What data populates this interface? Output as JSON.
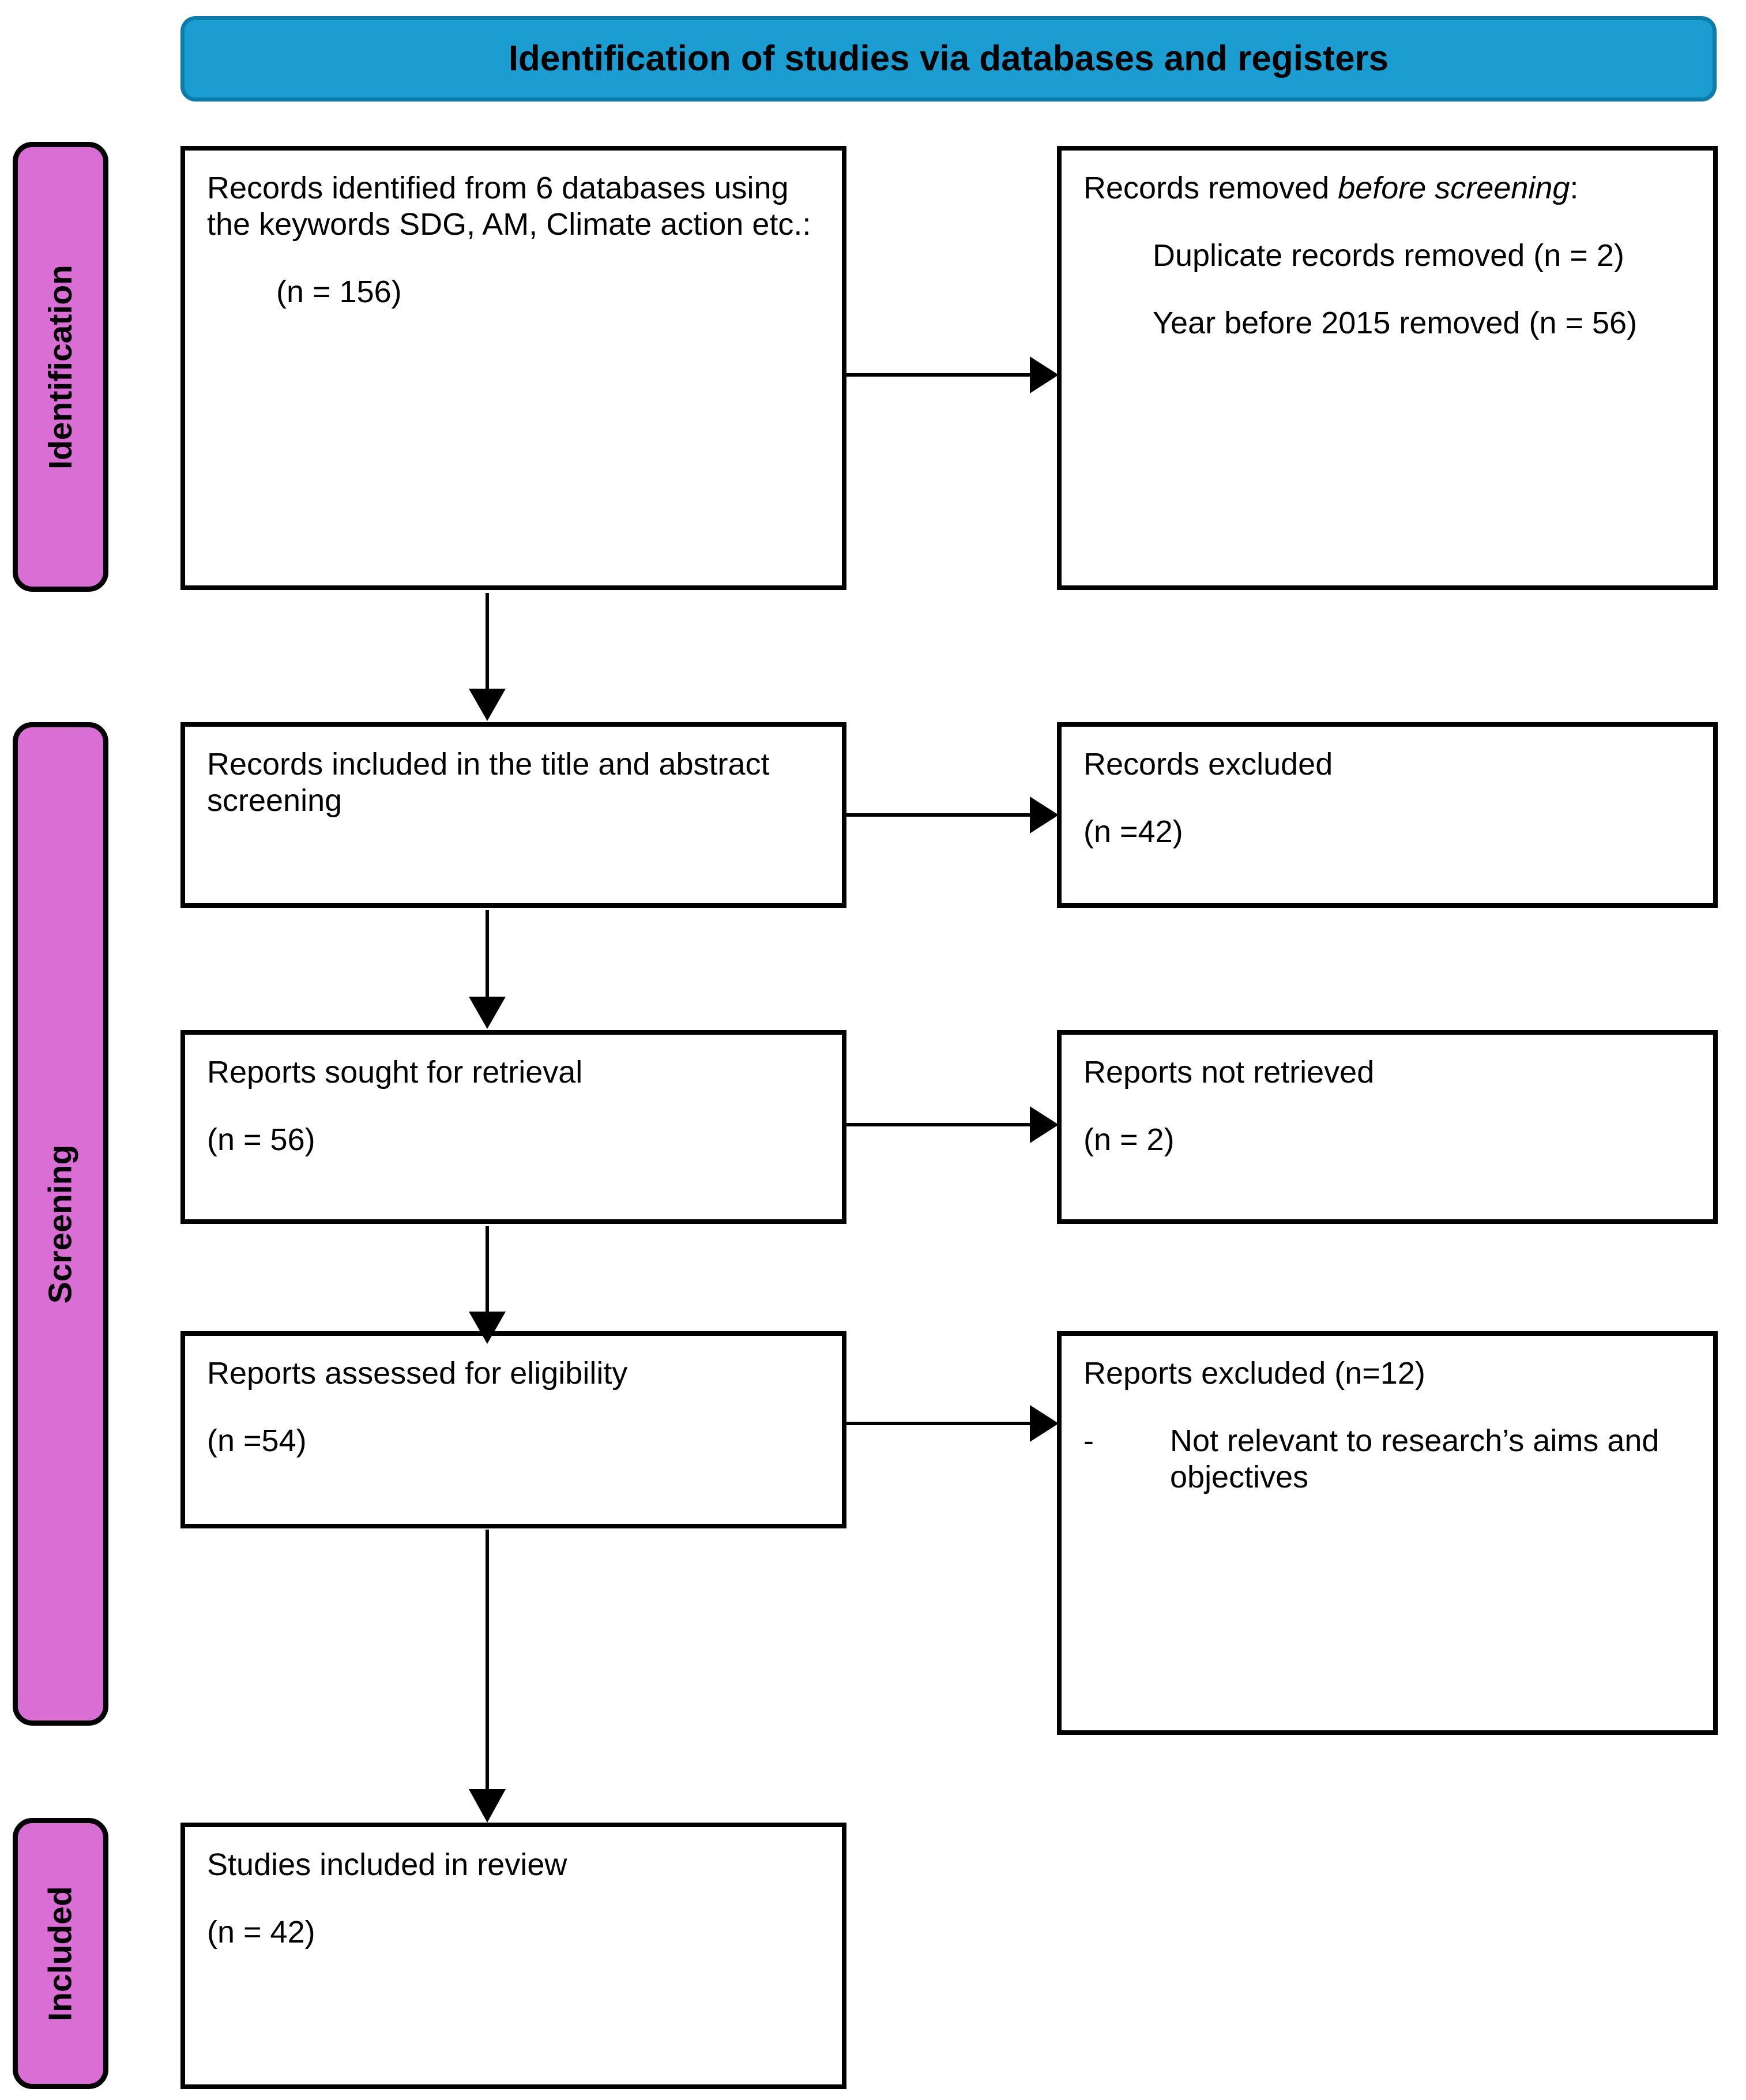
{
  "banner": {
    "title": "Identification of studies via databases and registers",
    "fill": "#1b9dd1",
    "border": "#0d7cab"
  },
  "phases": {
    "fill": "#d96fd4",
    "identification": "Identification",
    "screening": "Screening",
    "included": "Included"
  },
  "boxes": {
    "identified": {
      "line1": "Records identified from 6 databases using the keywords SDG, AM, Climate action etc.:",
      "count": "(n = 156)"
    },
    "removed": {
      "heading_pre": "Records removed ",
      "heading_em": "before screening",
      "heading_post": ":",
      "item1": "Duplicate records removed (n = 2)",
      "item2": "Year before 2015 removed (n = 56)"
    },
    "screened": {
      "line1": "Records included in the title and abstract screening"
    },
    "records_excluded": {
      "line1": "Records excluded",
      "count": "(n =42)"
    },
    "sought": {
      "line1": "Reports sought for retrieval",
      "count": "(n = 56)"
    },
    "not_retrieved": {
      "line1": "Reports not retrieved",
      "count": "(n = 2)"
    },
    "assessed": {
      "line1": "Reports assessed for eligibility",
      "count": "(n =54)"
    },
    "reports_excluded": {
      "line1": "Reports excluded (n=12)",
      "bullet_marker": "-",
      "bullet_text": "Not relevant to research’s aims and objectives"
    },
    "included": {
      "line1": "Studies included in review",
      "count": "(n = 42)"
    }
  }
}
